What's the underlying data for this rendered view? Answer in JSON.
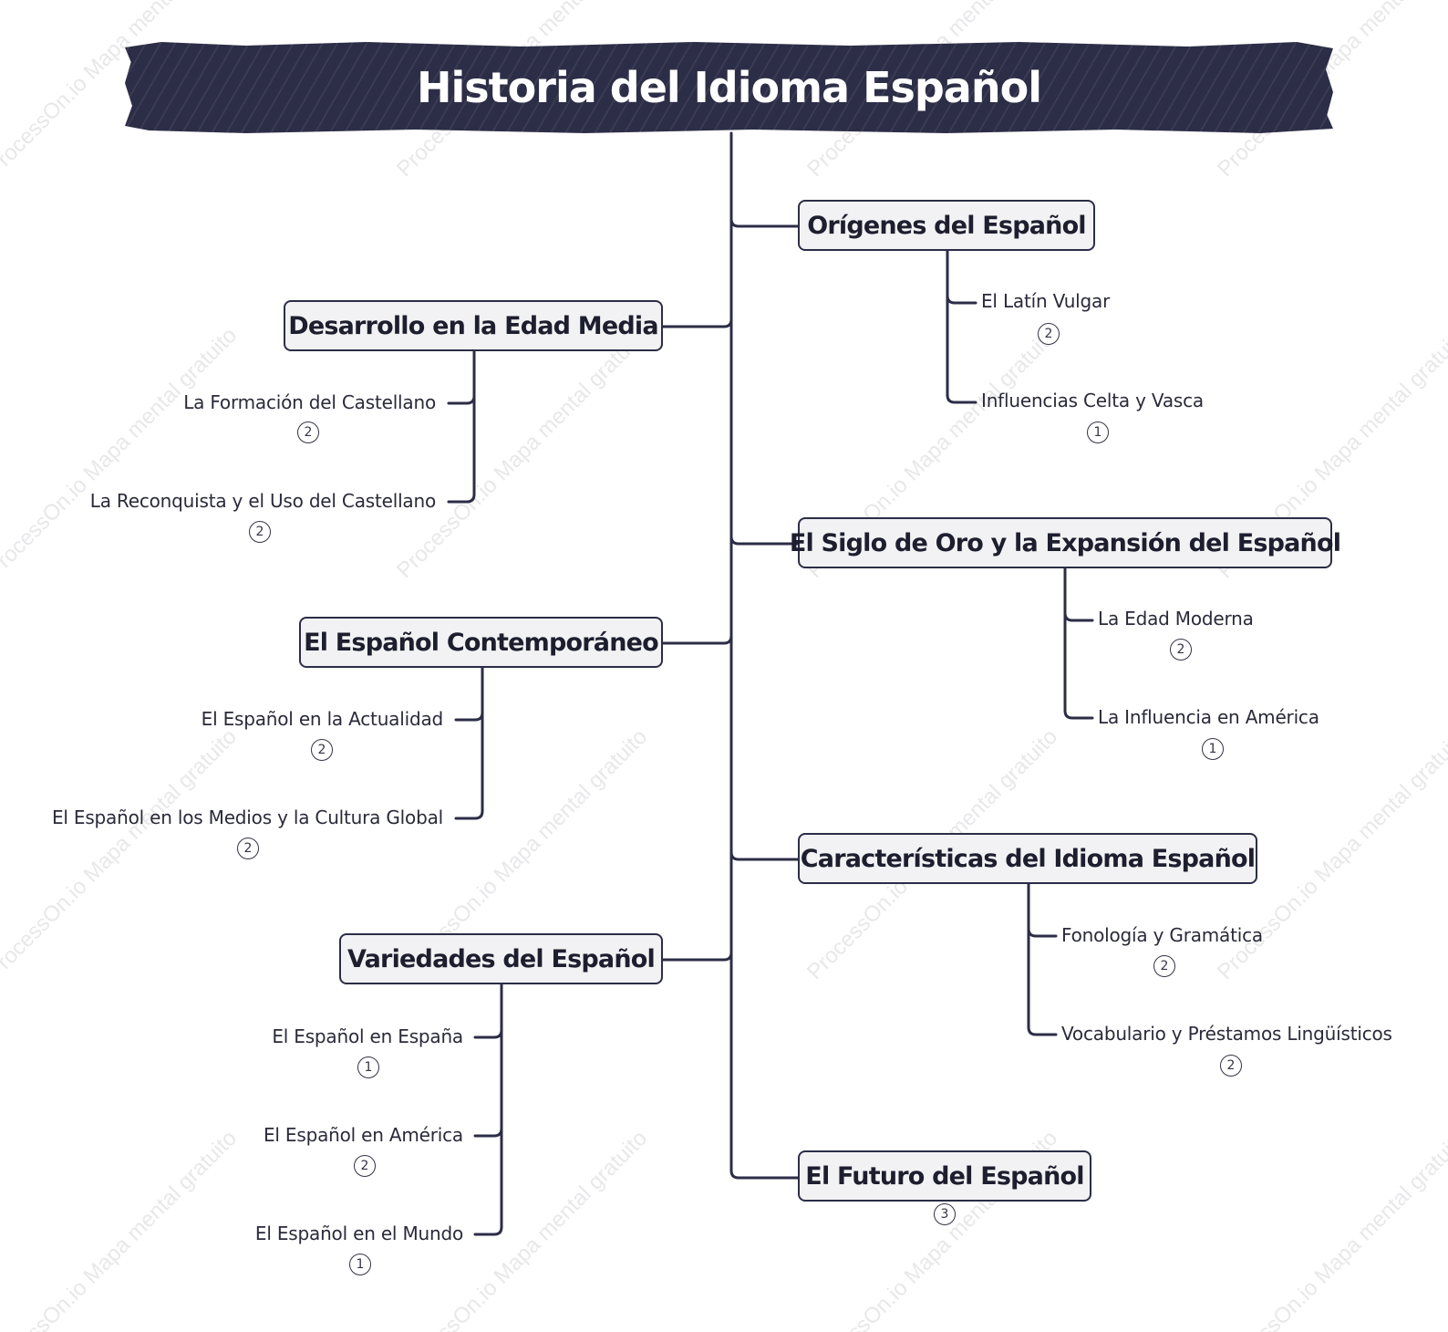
{
  "title": "Historia del Idioma Español",
  "watermark_text": "ProcessOn.io Mapa mental gratuito",
  "colors": {
    "banner": "#2c2d46",
    "line": "#2c2d46",
    "topic_fill": "#f2f2f4"
  },
  "topics": [
    {
      "label": "Orígenes del Español",
      "children": [
        {
          "label": "El Latín Vulgar",
          "count": "2"
        },
        {
          "label": "Influencias Celta y Vasca",
          "count": "1"
        }
      ]
    },
    {
      "label": "Desarrollo en la Edad Media",
      "children": [
        {
          "label": "La Formación del Castellano",
          "count": "2"
        },
        {
          "label": "La Reconquista y el Uso del Castellano",
          "count": "2"
        }
      ]
    },
    {
      "label": "El Siglo de Oro y la Expansión del Español",
      "children": [
        {
          "label": "La Edad Moderna",
          "count": "2"
        },
        {
          "label": "La Influencia en América",
          "count": "1"
        }
      ]
    },
    {
      "label": "El Español Contemporáneo",
      "children": [
        {
          "label": "El Español en la Actualidad",
          "count": "2"
        },
        {
          "label": "El Español en los Medios y la Cultura Global",
          "count": "2"
        }
      ]
    },
    {
      "label": "Características del Idioma Español",
      "children": [
        {
          "label": "Fonología y Gramática",
          "count": "2"
        },
        {
          "label": "Vocabulario y Préstamos Lingüísticos",
          "count": "2"
        }
      ]
    },
    {
      "label": "Variedades del Español",
      "children": [
        {
          "label": "El Español en España",
          "count": "1"
        },
        {
          "label": "El Español en América",
          "count": "2"
        },
        {
          "label": "El Español en el Mundo",
          "count": "1"
        }
      ]
    },
    {
      "label": "El Futuro del Español",
      "count": "3",
      "children": []
    }
  ]
}
